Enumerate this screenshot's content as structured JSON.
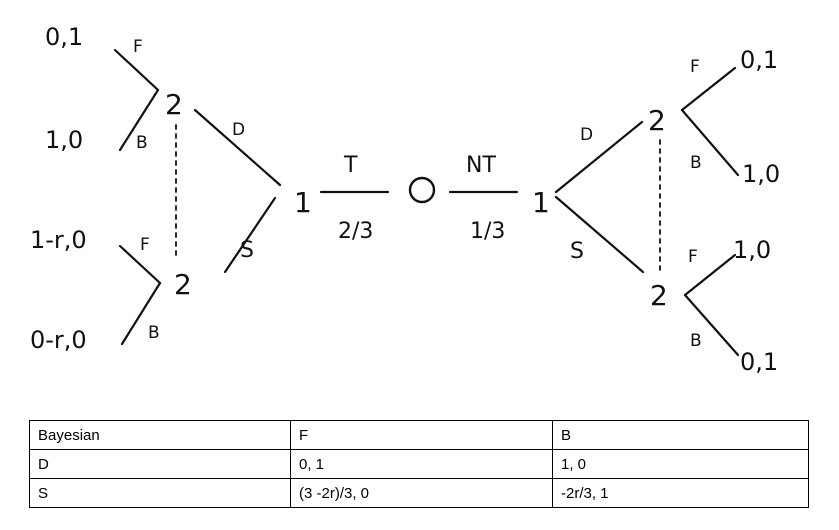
{
  "tree": {
    "nature": "O",
    "left_branch": {
      "move": "T",
      "prob": "2/3"
    },
    "right_branch": {
      "move": "NT",
      "prob": "1/3"
    },
    "player1_left": "1",
    "player1_right": "1",
    "left": {
      "d_label": "D",
      "s_label": "S",
      "p2_top": "2",
      "p2_bottom": "2",
      "top": {
        "f": "F",
        "b": "B",
        "payoff_f": "0,1",
        "payoff_b": "1,0"
      },
      "bottom": {
        "f": "F",
        "b": "B",
        "payoff_f": "1-r,0",
        "payoff_b": "0-r,0"
      }
    },
    "right": {
      "d_label": "D",
      "s_label": "S",
      "p2_top": "2",
      "p2_bottom": "2",
      "top": {
        "f": "F",
        "b": "B",
        "payoff_f": "0,1",
        "payoff_b": "1,0"
      },
      "bottom": {
        "f": "F",
        "b": "B",
        "payoff_f": "1,0",
        "payoff_b": "0,1"
      }
    }
  },
  "table": {
    "header": [
      "Bayesian",
      "F",
      "B"
    ],
    "rows": [
      [
        "D",
        "0, 1",
        "1, 0"
      ],
      [
        "S",
        "(3 -2r)/3, 0",
        "-2r/3, 1"
      ]
    ]
  }
}
